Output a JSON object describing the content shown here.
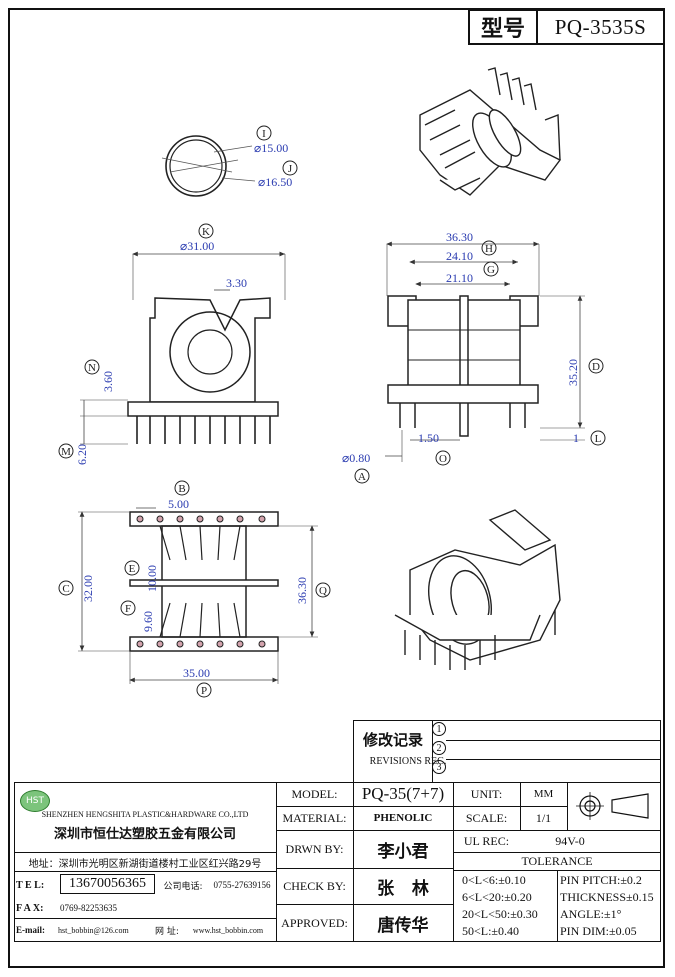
{
  "title_block": {
    "model_label": "型号",
    "model_value": "PQ-3535S"
  },
  "callouts": {
    "I": "I",
    "J": "J",
    "K": "K",
    "N": "N",
    "M": "M",
    "H": "H",
    "G": "G",
    "D": "D",
    "L": "L",
    "A": "A",
    "O": "O",
    "B": "B",
    "C": "C",
    "E": "E",
    "F": "F",
    "Q": "Q",
    "P": "P"
  },
  "dimensions": {
    "I": "⌀15.00",
    "J": "⌀16.50",
    "K": "⌀31.00",
    "kw": "3.30",
    "N": "3.60",
    "M": "6.20",
    "width_total": "36.30",
    "H": "24.10",
    "G": "21.10",
    "D": "35.20",
    "L": "1",
    "A": "⌀0.80",
    "O": "1.50",
    "B": "5.00",
    "E": "10.00",
    "F": "9.60",
    "C": "32.00",
    "Q": "36.30",
    "P": "35.00"
  },
  "revisions": {
    "label_cn": "修改记录",
    "label_en": "REVISIONS REC.",
    "rows": [
      "1",
      "2",
      "3"
    ]
  },
  "company": {
    "logo": "HST",
    "name_en": "SHENZHEN HENGSHITA PLASTIC&HARDWARE CO.,LTD",
    "name_cn": "深圳市恒仕达塑胶五金有限公司",
    "address": "地址：深圳市光明区新湖街道楼村工业区红兴路29号",
    "tel_label": "T E L:",
    "tel": "13670056365",
    "company_tel_label": "公司电话:",
    "company_tel": "0755-27639156",
    "fax_label": "F A X:",
    "fax": "0769-82253635",
    "email_label": "E-mail:",
    "email": "hst_bobbin@126.com",
    "web_label": "网 址:",
    "web": "www.hst_bobbin.com"
  },
  "specs": {
    "model_label": "MODEL:",
    "model": "PQ-35(7+7)",
    "material_label": "MATERIAL:",
    "material": "PHENOLIC",
    "drawn_label": "DRWN BY:",
    "drawn": "李小君",
    "check_label": "CHECK BY:",
    "check": "张   林",
    "approved_label": "APPROVED:",
    "approved": "唐传华"
  },
  "units": {
    "unit_label": "UNIT:",
    "unit": "MM",
    "scale_label": "SCALE:",
    "scale": "1/1",
    "ul_label": "UL REC:",
    "ul": "94V-0",
    "tolerance_label": "TOLERANCE"
  },
  "tolerance": {
    "left": [
      "0<L<6:±0.10",
      "6<L<20:±0.20",
      "20<L<50:±0.30",
      "50<L:±0.40"
    ],
    "right": [
      "PIN PITCH:±0.2",
      "THICKNESS±0.15",
      "ANGLE:±1°",
      "PIN DIM:±0.05"
    ]
  }
}
